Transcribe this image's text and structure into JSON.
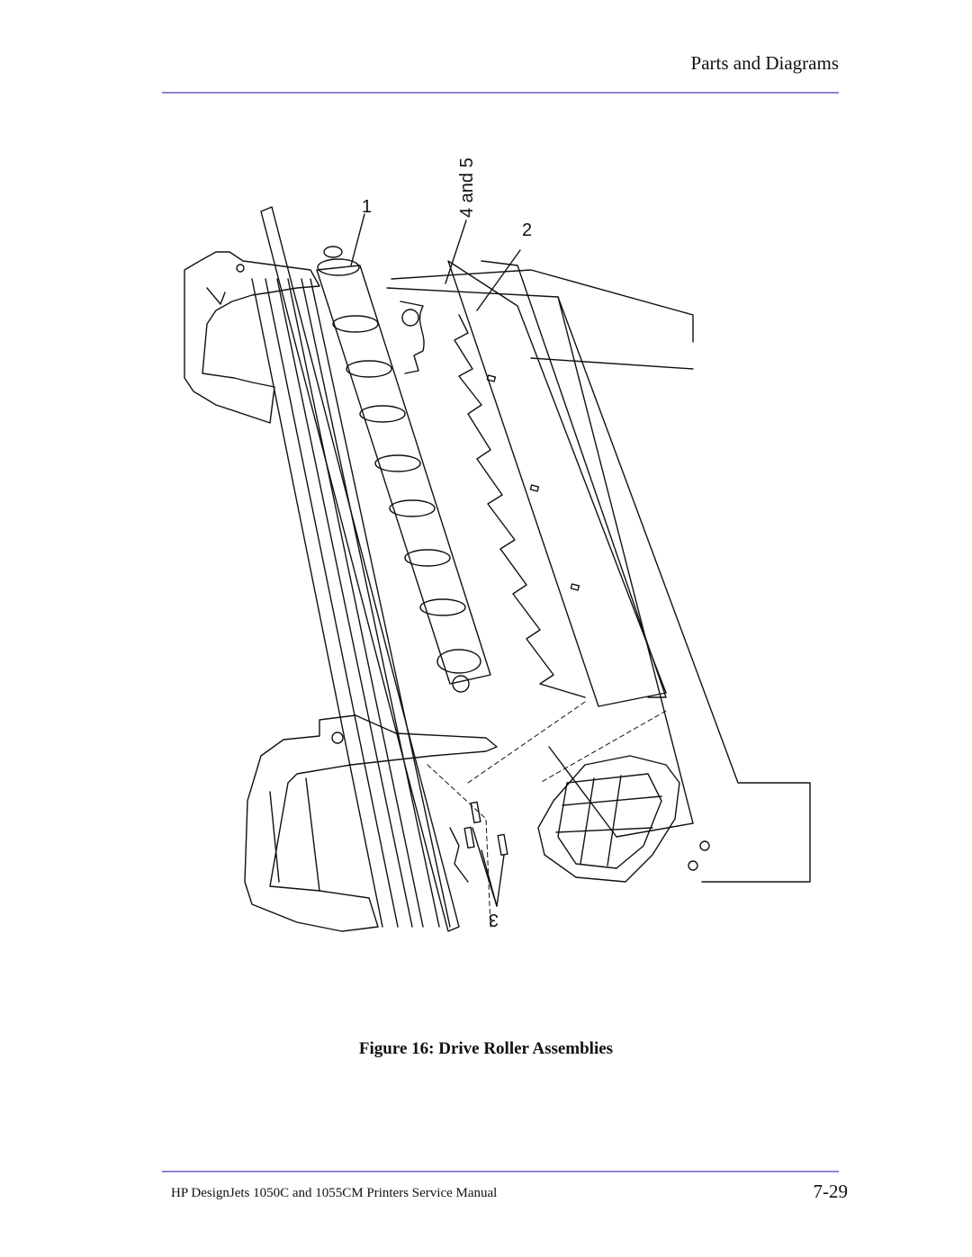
{
  "header": {
    "section_title": "Parts and Diagrams"
  },
  "figure": {
    "callouts": {
      "c1": "1",
      "c2": "2",
      "c3": "3",
      "c45": "4 and 5"
    },
    "caption": "Figure 16: Drive Roller Assemblies"
  },
  "footer": {
    "manual_title": "HP DesignJets 1050C and 1055CM Printers Service Manual",
    "page_number": "7-29"
  }
}
